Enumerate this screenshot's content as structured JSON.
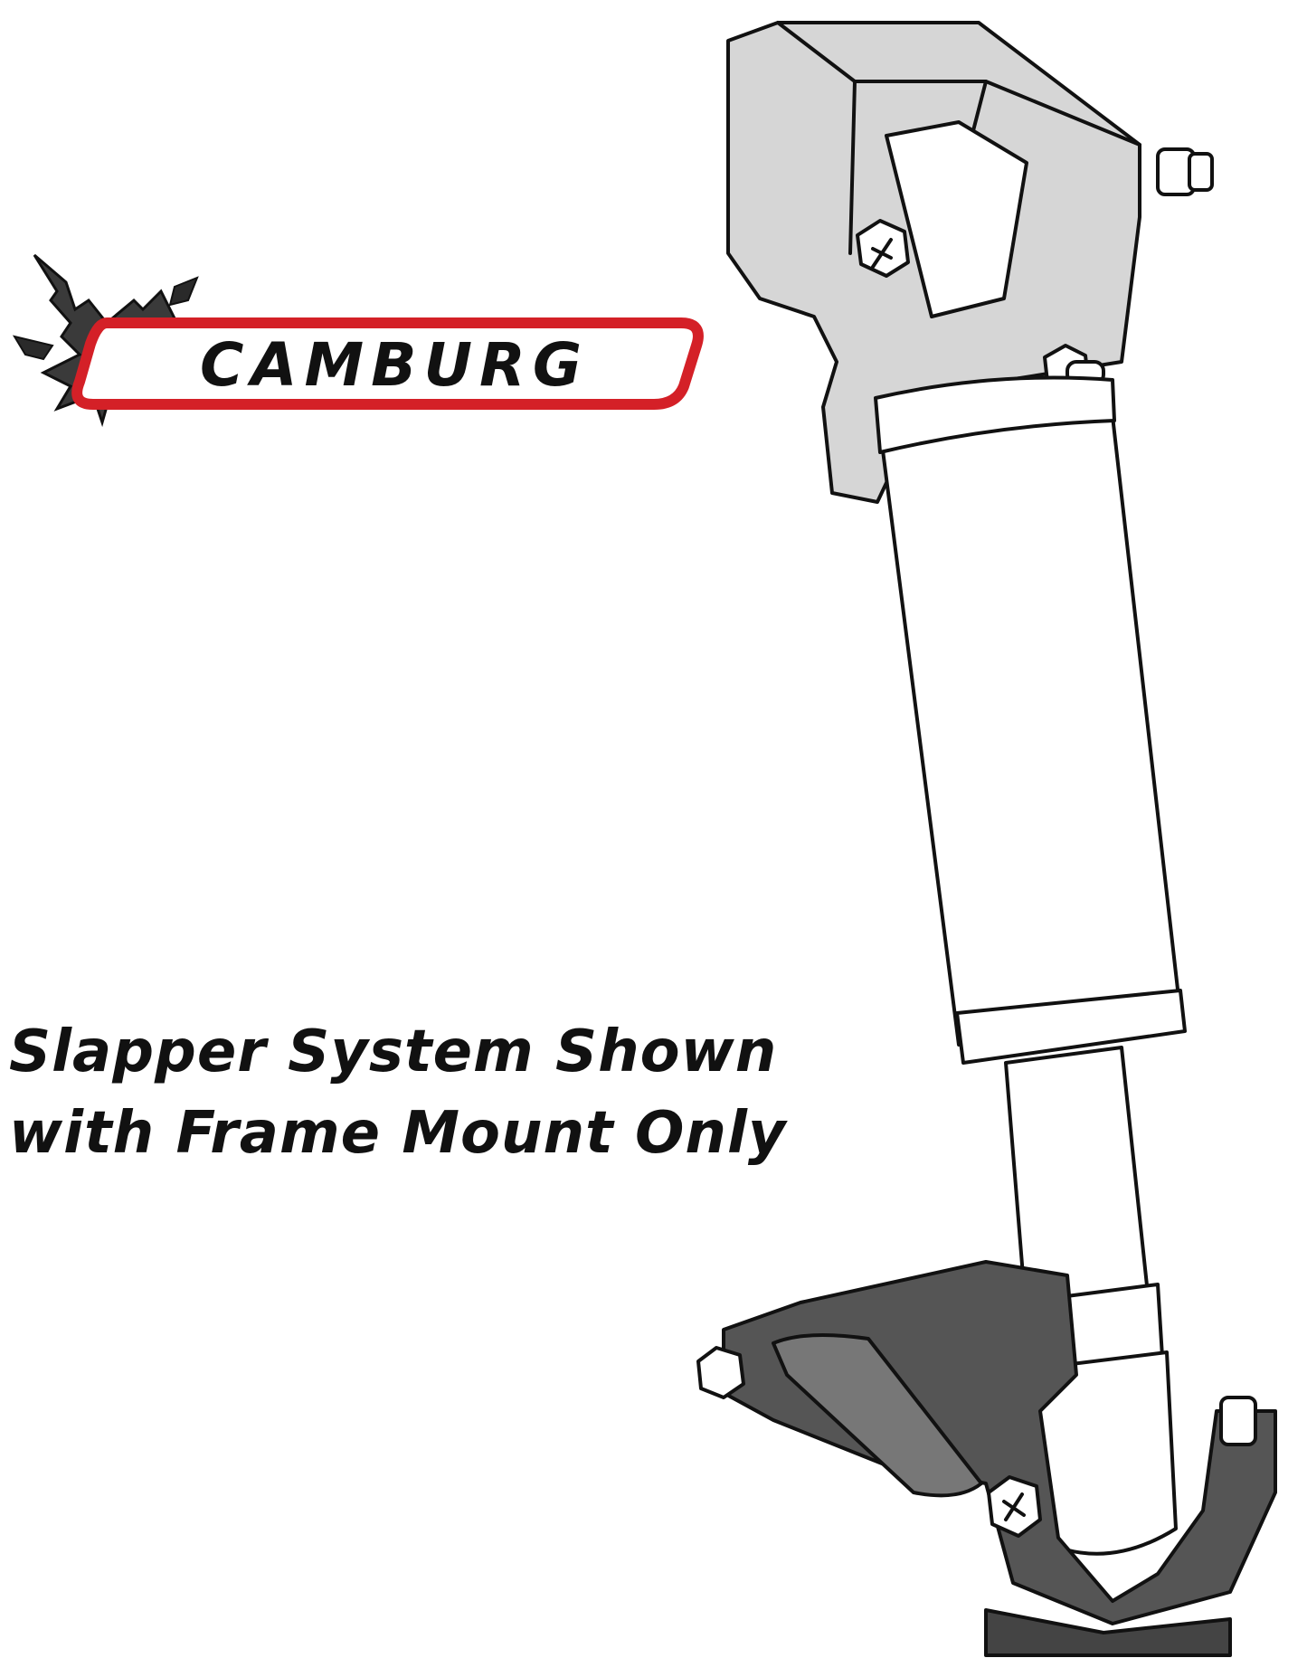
{
  "logo": {
    "wordmark": "CAMBURG",
    "icon": "eagle-icon",
    "colors": {
      "outline": "#d42027",
      "fill": "#ffffff",
      "letters": "#111111"
    }
  },
  "caption": {
    "line1": "Slapper System Shown",
    "line2": "with Frame Mount Only"
  },
  "illustration": {
    "subject": "shock-absorber-icon",
    "colors": {
      "upper_mount": "#d6d6d6",
      "lower_mount": "#555555",
      "body": "#ffffff",
      "stroke": "#111111"
    }
  }
}
